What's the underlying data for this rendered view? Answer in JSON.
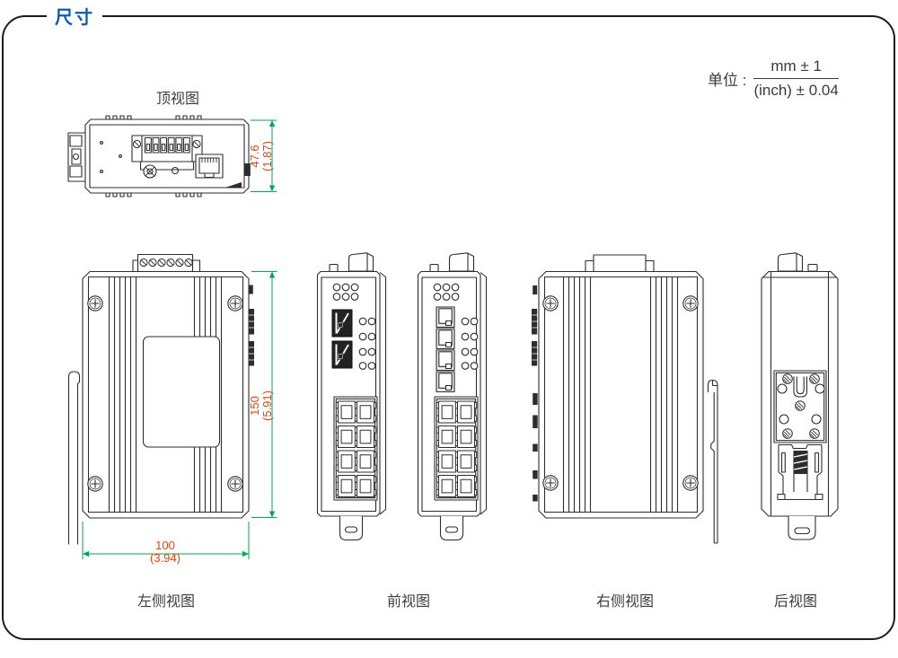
{
  "page": {
    "title": "尺寸"
  },
  "unit": {
    "label": "单位 :",
    "numerator": "mm ± 1",
    "denominator": "(inch) ± 0.04"
  },
  "views": {
    "top": {
      "label": "顶视图"
    },
    "left_side": {
      "label": "左侧视图"
    },
    "front": {
      "label": "前视图"
    },
    "right_side": {
      "label": "右侧视图"
    },
    "rear": {
      "label": "后视图"
    }
  },
  "dimensions": {
    "top_height": {
      "mm": "47.6",
      "inch": "(1.87)"
    },
    "side_height": {
      "mm": "150",
      "inch": "(5.91)"
    },
    "side_width": {
      "mm": "100",
      "inch": "(3.94)"
    }
  },
  "colors": {
    "title_blue": "#0d5caa",
    "dimension_line_green": "#00a651",
    "dimension_text_red": "#e8420e",
    "line_art": "#2d2d2d",
    "border": "#1c1c1c"
  }
}
